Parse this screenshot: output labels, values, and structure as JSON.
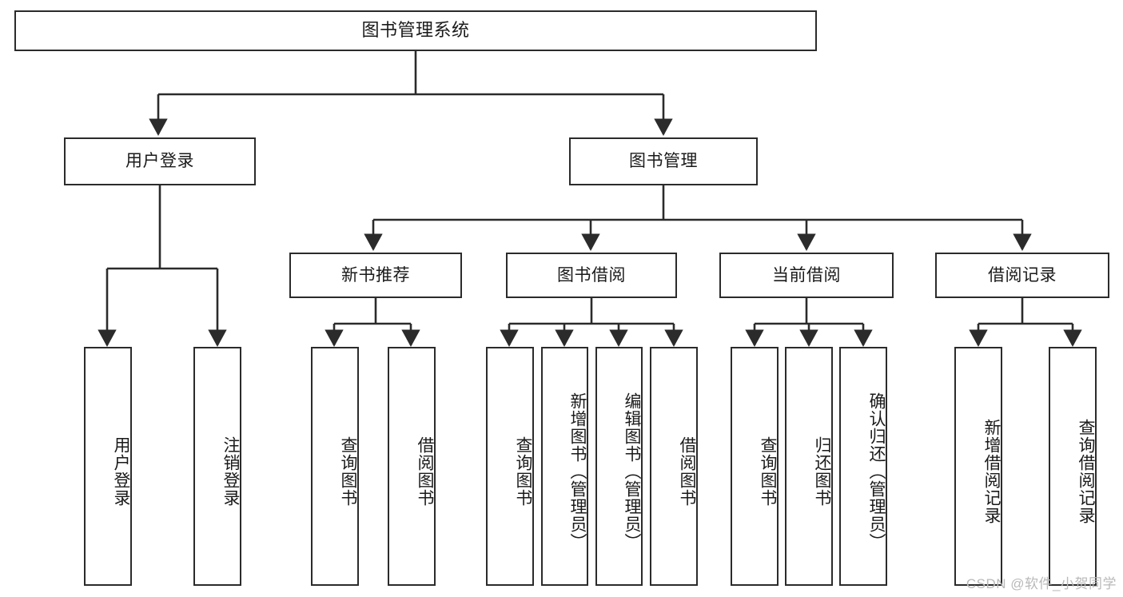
{
  "diagram": {
    "title": "图书管理系统",
    "type": "tree",
    "watermark": "CSDN @软件_小贺同学",
    "colors": {
      "box_border": "#2b2b2b",
      "box_fill": "#ffffff",
      "edge": "#2b2b2b",
      "text": "#1a1a1a",
      "watermark": "#b9b9b9",
      "background": "#ffffff"
    }
  },
  "nodes": {
    "root": {
      "label": "图书管理系统"
    },
    "level2": [
      {
        "id": "user-login",
        "label": "用户登录"
      },
      {
        "id": "book-manage",
        "label": "图书管理"
      }
    ],
    "level3": [
      {
        "id": "new-book-recommend",
        "label": "新书推荐"
      },
      {
        "id": "book-borrow",
        "label": "图书借阅"
      },
      {
        "id": "current-borrow",
        "label": "当前借阅"
      },
      {
        "id": "borrow-record",
        "label": "借阅记录"
      }
    ],
    "leaves": {
      "user_login": [
        {
          "id": "leaf-user-login",
          "label": "用户登录"
        },
        {
          "id": "leaf-logout-login",
          "label": "注销登录"
        }
      ],
      "new_book_recommend": [
        {
          "id": "leaf-query-book-1",
          "label": "查询图书"
        },
        {
          "id": "leaf-borrow-book-1",
          "label": "借阅图书"
        }
      ],
      "book_borrow": [
        {
          "id": "leaf-query-book-2",
          "label": "查询图书"
        },
        {
          "id": "leaf-add-book",
          "label": "新增图书（管理员）"
        },
        {
          "id": "leaf-edit-book",
          "label": "编辑图书（管理员）"
        },
        {
          "id": "leaf-borrow-book-2",
          "label": "借阅图书"
        }
      ],
      "current_borrow": [
        {
          "id": "leaf-query-book-3",
          "label": "查询图书"
        },
        {
          "id": "leaf-return-book",
          "label": "归还图书"
        },
        {
          "id": "leaf-confirm-return",
          "label": "确认归还（管理员）"
        }
      ],
      "borrow_record": [
        {
          "id": "leaf-add-record",
          "label": "新增借阅记录"
        },
        {
          "id": "leaf-query-record",
          "label": "查询借阅记录"
        }
      ]
    }
  }
}
